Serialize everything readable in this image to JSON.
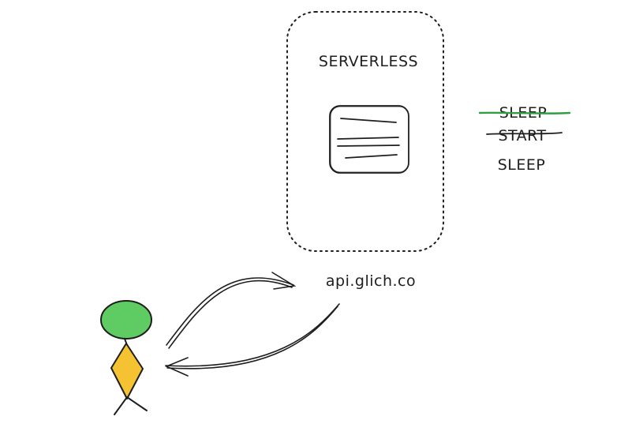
{
  "serverless": {
    "title": "SERVERLESS",
    "icon": "server-document-icon"
  },
  "states": [
    {
      "label": "SLEEP",
      "struck": true,
      "strike_color": "#2f9e44"
    },
    {
      "label": "START",
      "struck": true,
      "strike_color": "#1e1e1e"
    },
    {
      "label": "SLEEP",
      "struck": false
    }
  ],
  "endpoint": {
    "label": "api.glich.co"
  },
  "user": {
    "icon": "stick-figure-user-icon",
    "head_color": "#5ecc62",
    "body_color": "#f5c332"
  },
  "colors": {
    "ink": "#1e1e1e",
    "background": "#ffffff"
  }
}
